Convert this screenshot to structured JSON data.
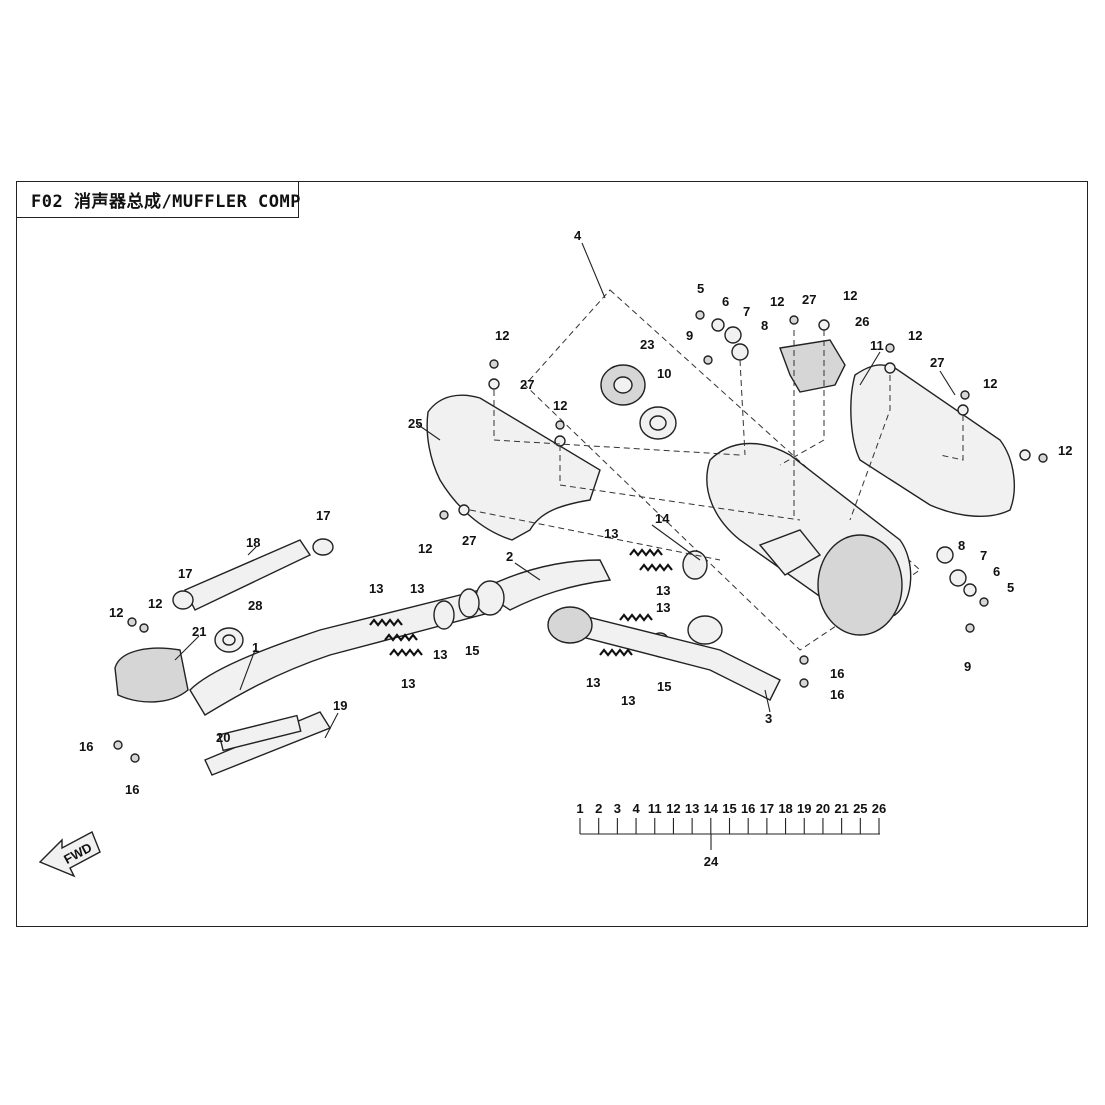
{
  "diagram": {
    "title": "F02 消声器总成/MUFFLER COMP",
    "fwd_label": "FWD",
    "callouts": [
      {
        "id": "c4",
        "text": "4"
      },
      {
        "id": "c5a",
        "text": "5"
      },
      {
        "id": "c6a",
        "text": "6"
      },
      {
        "id": "c7a",
        "text": "7"
      },
      {
        "id": "c8a",
        "text": "8"
      },
      {
        "id": "c9a",
        "text": "9"
      },
      {
        "id": "c12a",
        "text": "12"
      },
      {
        "id": "c27a",
        "text": "27"
      },
      {
        "id": "c12b",
        "text": "12"
      },
      {
        "id": "c26",
        "text": "26"
      },
      {
        "id": "c11",
        "text": "11"
      },
      {
        "id": "c12c",
        "text": "12"
      },
      {
        "id": "c27b",
        "text": "27"
      },
      {
        "id": "c12d",
        "text": "12"
      },
      {
        "id": "c12e",
        "text": "12"
      },
      {
        "id": "c12f",
        "text": "12"
      },
      {
        "id": "c27c",
        "text": "27"
      },
      {
        "id": "c12g",
        "text": "12"
      },
      {
        "id": "c25",
        "text": "25"
      },
      {
        "id": "c23",
        "text": "23"
      },
      {
        "id": "c10",
        "text": "10"
      },
      {
        "id": "c12h",
        "text": "12"
      },
      {
        "id": "c27d",
        "text": "27"
      },
      {
        "id": "c17a",
        "text": "17"
      },
      {
        "id": "c18",
        "text": "18"
      },
      {
        "id": "c17b",
        "text": "17"
      },
      {
        "id": "c2",
        "text": "2"
      },
      {
        "id": "c13a",
        "text": "13"
      },
      {
        "id": "c14",
        "text": "14"
      },
      {
        "id": "c13b",
        "text": "13"
      },
      {
        "id": "c13c",
        "text": "13"
      },
      {
        "id": "c12i",
        "text": "12"
      },
      {
        "id": "c12j",
        "text": "12"
      },
      {
        "id": "c28",
        "text": "28"
      },
      {
        "id": "c21",
        "text": "21"
      },
      {
        "id": "c1",
        "text": "1"
      },
      {
        "id": "c13d",
        "text": "13"
      },
      {
        "id": "c13e",
        "text": "13"
      },
      {
        "id": "c13f",
        "text": "13"
      },
      {
        "id": "c13g",
        "text": "13"
      },
      {
        "id": "c15a",
        "text": "15"
      },
      {
        "id": "c13h",
        "text": "13"
      },
      {
        "id": "c13i",
        "text": "13"
      },
      {
        "id": "c15b",
        "text": "15"
      },
      {
        "id": "c8b",
        "text": "8"
      },
      {
        "id": "c7b",
        "text": "7"
      },
      {
        "id": "c6b",
        "text": "6"
      },
      {
        "id": "c5b",
        "text": "5"
      },
      {
        "id": "c9b",
        "text": "9"
      },
      {
        "id": "c16a",
        "text": "16"
      },
      {
        "id": "c16b",
        "text": "16"
      },
      {
        "id": "c3",
        "text": "3"
      },
      {
        "id": "c16c",
        "text": "16"
      },
      {
        "id": "c16d",
        "text": "16"
      },
      {
        "id": "c20",
        "text": "20"
      },
      {
        "id": "c19",
        "text": "19"
      }
    ],
    "kit": {
      "members": [
        "1",
        "2",
        "3",
        "4",
        "11",
        "12",
        "13",
        "14",
        "15",
        "16",
        "17",
        "18",
        "19",
        "20",
        "21",
        "25",
        "26"
      ],
      "total_label": "24"
    }
  }
}
